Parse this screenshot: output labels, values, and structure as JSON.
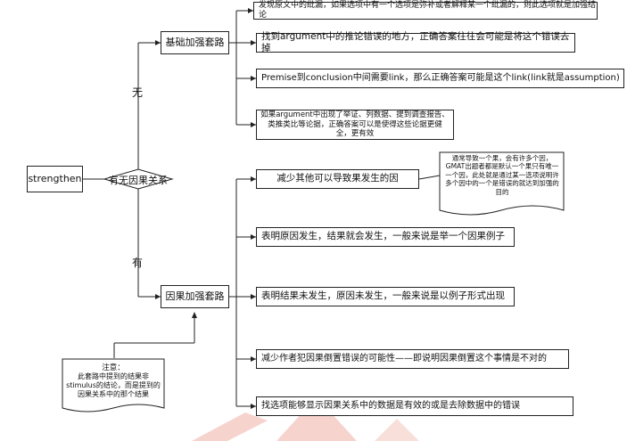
{
  "colors": {
    "line": "#222222",
    "watermark": "#f7d2cc"
  },
  "root": "strengthen",
  "decision": "有无因果关系",
  "edge_labels": {
    "no": "无",
    "yes": "有"
  },
  "branch_basic": {
    "title": "基础加强套路",
    "items": [
      "发现原文中的纰漏，如果选项中有一个选项是弥补或者解释某一个纰漏的，则此选项就是加强结论",
      "找到argument中的推论错误的地方，正确答案往往会可能是将这个错误去掉",
      "Premise到conclusion中间需要link，那么正确答案可能是这个link(link就是assumption)",
      "如果argument中出现了举证、列数据、提到调查报告、类推类比等论据，正确答案可以是使得这些论据更健全，更有效"
    ]
  },
  "branch_causal": {
    "title": "因果加强套路",
    "items": [
      "减少其他可以导致果发生的因",
      "表明原因发生，结果就会发生，一般来说是举一个因果例子",
      "表明结果未发生，原因未发生，一般来说是以例子形式出现",
      "减少作者犯因果倒置错误的可能性——即说明因果倒置这个事情是不对的",
      "找选项能够显示因果关系中的数据是有效的或是去除数据中的错误"
    ]
  },
  "note_gmat": "通常导致一个果，会有许多个因，GMAT出题者都是默认一个果只有唯一一个因，此处就是通过某一选项说明许多个因中的一个是错误的就达到加强的目的",
  "note_attention": {
    "title": "注意：",
    "body": "此套路中提到的结果非stimulus的结论，而是提到的因果关系中的那个结果"
  }
}
